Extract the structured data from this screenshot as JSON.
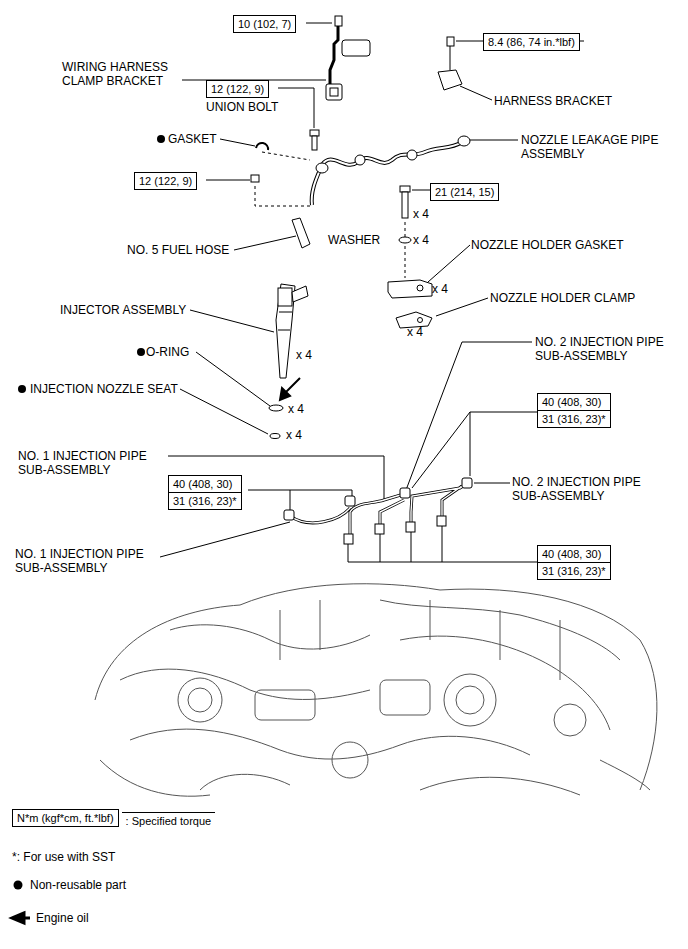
{
  "diagram": {
    "nodes": [
      {
        "text": [
          "10 (102, 7)"
        ]
      },
      {
        "text": [
          "8.4 (86, 74 in.*lbf)"
        ]
      },
      {
        "text": [
          "12 (122, 9)"
        ]
      },
      {
        "text": [
          "12 (122, 9)"
        ]
      },
      {
        "text": [
          "21 (214, 15)"
        ]
      },
      {
        "text": [
          "40 (408, 30)",
          "31 (316, 23)*"
        ]
      },
      {
        "text": [
          "40 (408, 30)",
          "31 (316, 23)*"
        ]
      },
      {
        "text": [
          "40 (408, 30)",
          "31 (316, 23)*"
        ]
      },
      {
        "text": [
          "N*m (kgf*cm, ft.*lbf)",
          ": Specified torque"
        ]
      }
    ],
    "edges": [],
    "labels": [
      "WIRING HARNESS CLAMP BRACKET",
      "HARNESS BRACKET",
      "UNION BOLT",
      "GASKET",
      "NOZZLE LEAKAGE PIPE ASSEMBLY",
      "NO. 5 FUEL HOSE",
      "WASHER",
      "x 4",
      "x 4",
      "NOZZLE HOLDER GASKET",
      "x 4",
      "NOZZLE HOLDER CLAMP",
      "x 4",
      "INJECTOR ASSEMBLY",
      "x 4",
      "O-RING",
      "x 4",
      "INJECTION NOZZLE SEAT",
      "x 4",
      "NO. 2 INJECTION PIPE SUB-ASSEMBLY",
      "NO. 1 INJECTION PIPE SUB-ASSEMBLY",
      "NO. 2 INJECTION PIPE SUB-ASSEMBLY",
      "NO. 1 INJECTION PIPE SUB-ASSEMBLY"
    ],
    "legend": [
      {
        "text": "*: For use with SST"
      },
      {
        "text": "Non-reusable part"
      },
      {
        "text": "Engine oil"
      }
    ]
  }
}
